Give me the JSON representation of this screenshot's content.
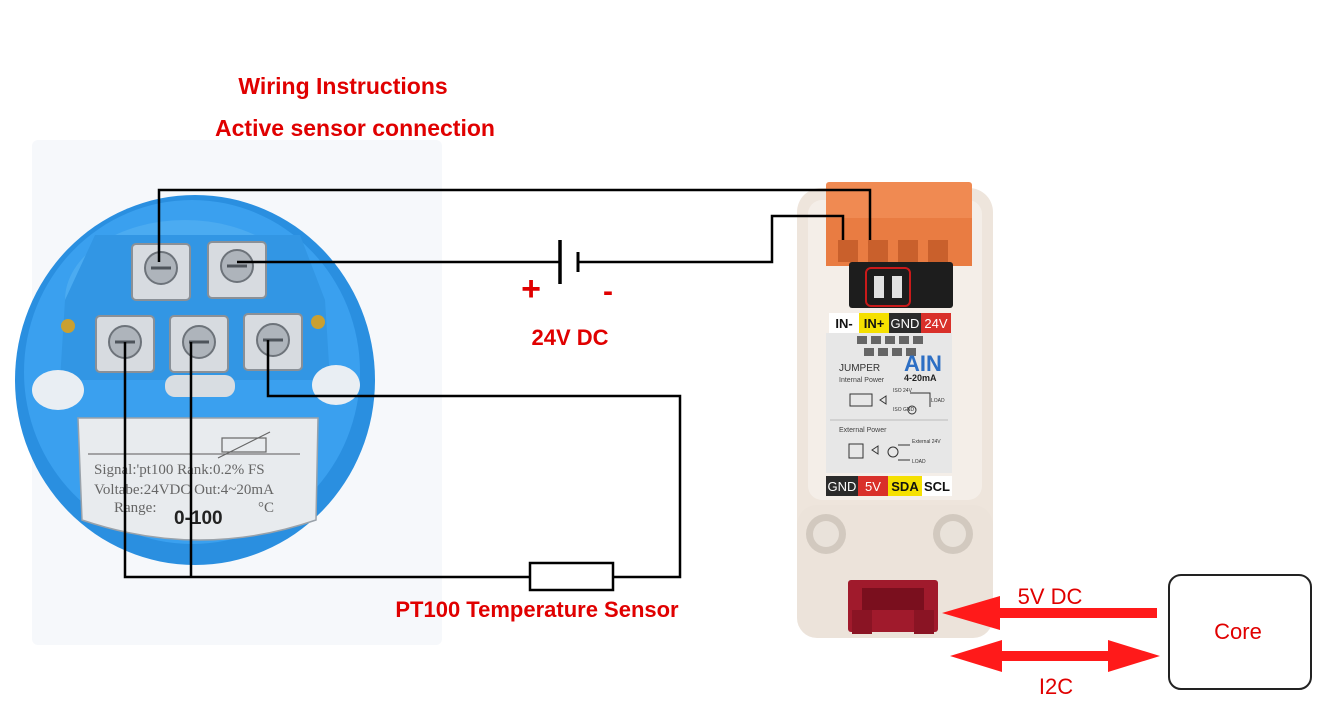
{
  "header": {
    "title": "Wiring Instructions",
    "subtitle": "Active sensor connection"
  },
  "power": {
    "plus": "+",
    "minus": "-",
    "label": "24V DC"
  },
  "sensor": {
    "label": "PT100 Temperature Sensor"
  },
  "transmitter": {
    "label_line1": "Signal:'pt100 Rank:0.2% FS",
    "label_line2": "Voltabe:24VDC Out:4~20mA",
    "range_label": "Range:",
    "range_value": "0-100",
    "unit": "°C"
  },
  "module": {
    "pins_top": [
      "IN-",
      "IN+",
      "GND",
      "24V"
    ],
    "pins_bottom": [
      "GND",
      "5V",
      "SDA",
      "SCL"
    ],
    "jumper": "JUMPER",
    "internal_power": "Internal Power",
    "external_power": "External Power",
    "title": "AIN",
    "subtitle": "4-20mA",
    "iso_24v": "ISO 24V",
    "iso_gnd": "ISO GND",
    "load": "LOAD",
    "external_24v": "External 24V",
    "load2": "LOAD"
  },
  "core": {
    "label": "Core",
    "supply_label": "5V DC",
    "bus_label": "I2C"
  },
  "colors": {
    "accent": "#e00000",
    "transmitter_blue": "#2a8fe0",
    "connector_orange": "#f0874e",
    "pin_yellow": "#f5e000",
    "pin_red": "#d9302a",
    "port_red": "#a01a2c"
  }
}
